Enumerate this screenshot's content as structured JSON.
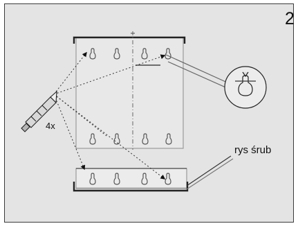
{
  "step": {
    "number": "2"
  },
  "labels": {
    "multiplier": "4x",
    "screw_line": "rys śrub"
  },
  "icons": {
    "pencil": "pencil-icon",
    "mount_holes": "keyhole-slot-icon",
    "marking_arrows": "arrow-icon",
    "magnifier": "magnifier-detail-icon"
  },
  "colors": {
    "background": "#e4e4e4",
    "line": "#2a2a2a",
    "panel": "#e8e8e8"
  }
}
